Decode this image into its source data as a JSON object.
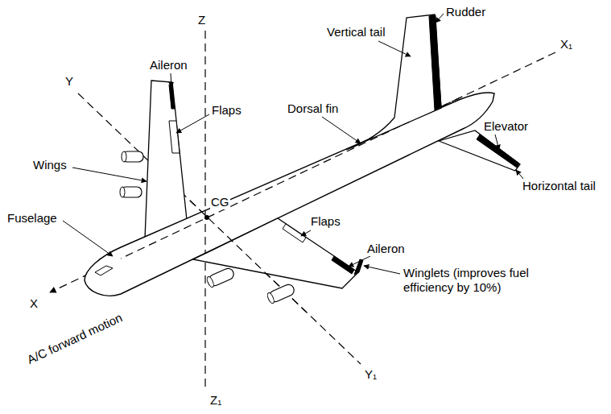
{
  "diagram": {
    "labels": [
      "Z",
      "Aileron",
      "Vertical tail",
      "Rudder",
      "Y",
      "Flaps",
      "X₁",
      "Dorsal fin",
      "Elevator",
      "Wings",
      "Horizontal tail",
      "CG",
      "Fuselage",
      "Flaps",
      "Aileron",
      "Winglets (improves fuel efficiency by 10%)",
      "X",
      "A/C forward motion",
      "Y₁",
      "Z₁"
    ]
  }
}
